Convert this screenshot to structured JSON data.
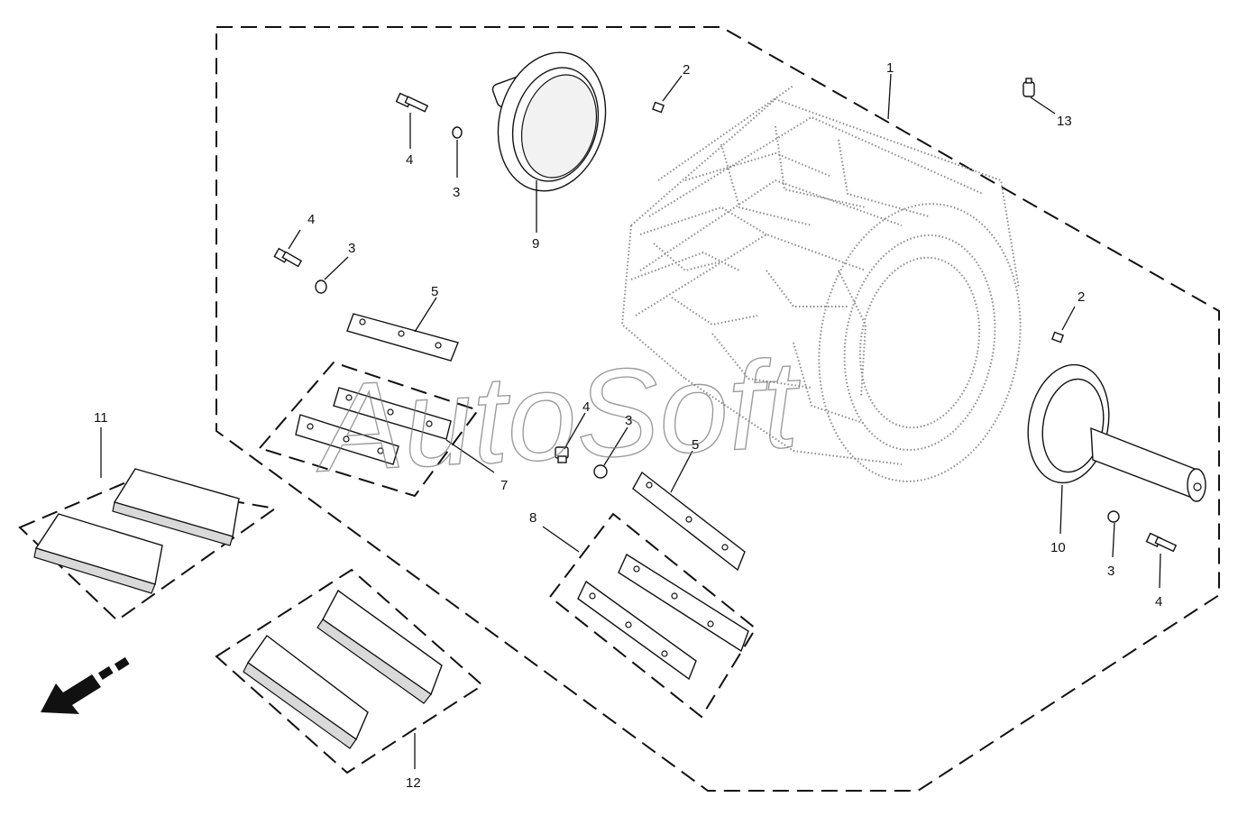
{
  "diagram": {
    "watermark_text": "AutoSoft",
    "callouts": [
      "1",
      "2",
      "3",
      "4",
      "5",
      "7",
      "8",
      "9",
      "10",
      "11",
      "12",
      "13"
    ]
  },
  "labels": {
    "l1": "1",
    "l2a": "2",
    "l2b": "2",
    "l3a": "3",
    "l3b": "3",
    "l3c": "3",
    "l3d": "3",
    "l4a": "4",
    "l4b": "4",
    "l4c": "4",
    "l4d": "4",
    "l5a": "5",
    "l5b": "5",
    "l7": "7",
    "l8": "8",
    "l9": "9",
    "l10": "10",
    "l11": "11",
    "l12": "12",
    "l13": "13"
  }
}
